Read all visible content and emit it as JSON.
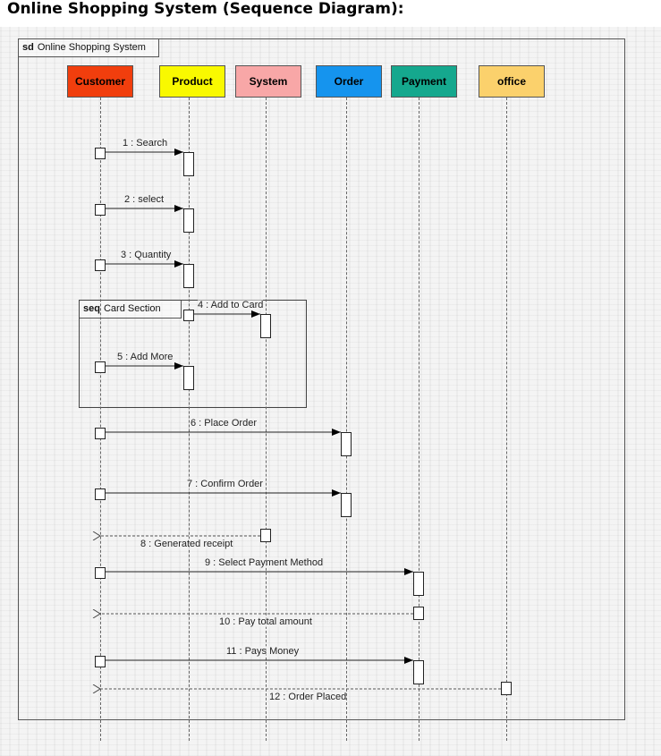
{
  "title": "Online Shopping System (Sequence Diagram):",
  "diagram": {
    "frame_keyword": "sd",
    "frame_name": "Online Shopping System",
    "fragment": {
      "keyword": "seq",
      "name": "Card Section"
    },
    "lifelines": [
      {
        "name": "Customer",
        "color": "#f13e0d"
      },
      {
        "name": "Product",
        "color": "#f9f900"
      },
      {
        "name": "System",
        "color": "#f8a7a7"
      },
      {
        "name": "Order",
        "color": "#1594ee"
      },
      {
        "name": "Payment",
        "color": "#15a88e"
      },
      {
        "name": "office",
        "color": "#fbd16c"
      }
    ],
    "messages": [
      {
        "label": "1 : Search",
        "from": "Customer",
        "to": "Product",
        "kind": "sync"
      },
      {
        "label": "2 : select",
        "from": "Customer",
        "to": "Product",
        "kind": "sync"
      },
      {
        "label": "3 : Quantity",
        "from": "Customer",
        "to": "Product",
        "kind": "sync"
      },
      {
        "label": "4 : Add to Card",
        "from": "Product",
        "to": "System",
        "kind": "sync"
      },
      {
        "label": "5 : Add More",
        "from": "Customer",
        "to": "Product",
        "kind": "sync"
      },
      {
        "label": "6 : Place Order",
        "from": "Customer",
        "to": "Order",
        "kind": "sync"
      },
      {
        "label": "7 : Confirm Order",
        "from": "Customer",
        "to": "Order",
        "kind": "sync"
      },
      {
        "label": "8 : Generated receipt",
        "from": "System",
        "to": "Customer",
        "kind": "reply"
      },
      {
        "label": "9 : Select Payment Method",
        "from": "Customer",
        "to": "Payment",
        "kind": "sync"
      },
      {
        "label": "10 : Pay total amount",
        "from": "Payment",
        "to": "Customer",
        "kind": "reply"
      },
      {
        "label": "11 : Pays Money",
        "from": "Customer",
        "to": "Payment",
        "kind": "sync"
      },
      {
        "label": "12 : Order Placed",
        "from": "office",
        "to": "Customer",
        "kind": "reply"
      }
    ]
  }
}
